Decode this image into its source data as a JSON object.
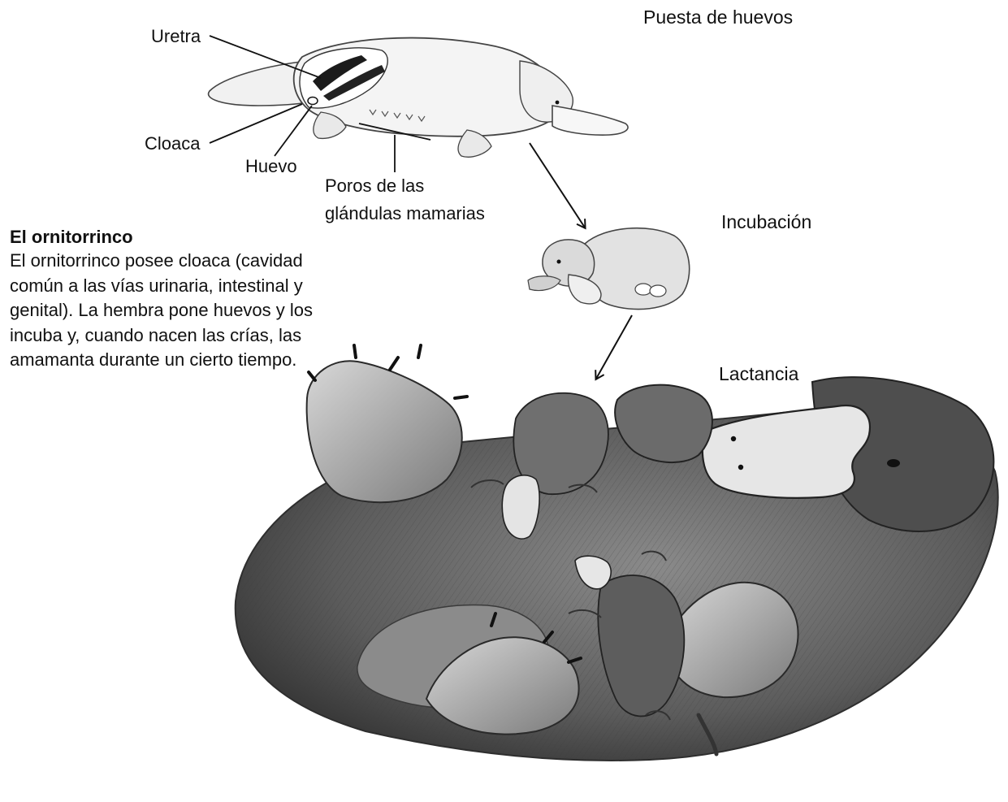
{
  "stages": {
    "laying": "Puesta de huevos",
    "incubation": "Incubación",
    "lactation": "Lactancia"
  },
  "anatomy": {
    "urethra": "Uretra",
    "cloaca": "Cloaca",
    "egg": "Huevo",
    "pores_line1": "Poros de las",
    "pores_line2": "glándulas mamarias"
  },
  "info": {
    "title": "El ornitorrinco",
    "body": "El ornitorrinco posee cloaca (cavidad común a las vías urinaria, intestinal y genital). La hembra pone huevos y los incuba y, cuando nacen las crías, las amamanta durante un cierto tiempo."
  }
}
